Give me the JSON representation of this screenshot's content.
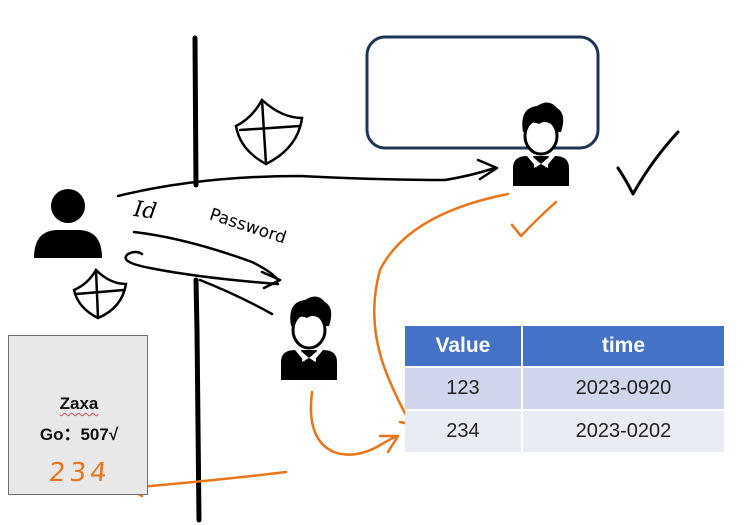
{
  "labels": {
    "id": "Id",
    "password": "Password"
  },
  "note": {
    "name": "Zaxa",
    "code": "Go：507√",
    "handwritten": "234"
  },
  "table": {
    "columns": [
      "Value",
      "time"
    ],
    "rows": [
      [
        "123",
        "2023-0920"
      ],
      [
        "234",
        "2023-0202"
      ]
    ]
  },
  "colors": {
    "ink": "#000000",
    "orange": "#e8751a",
    "frame": "#1f3558",
    "table_header": "#4472c4"
  }
}
